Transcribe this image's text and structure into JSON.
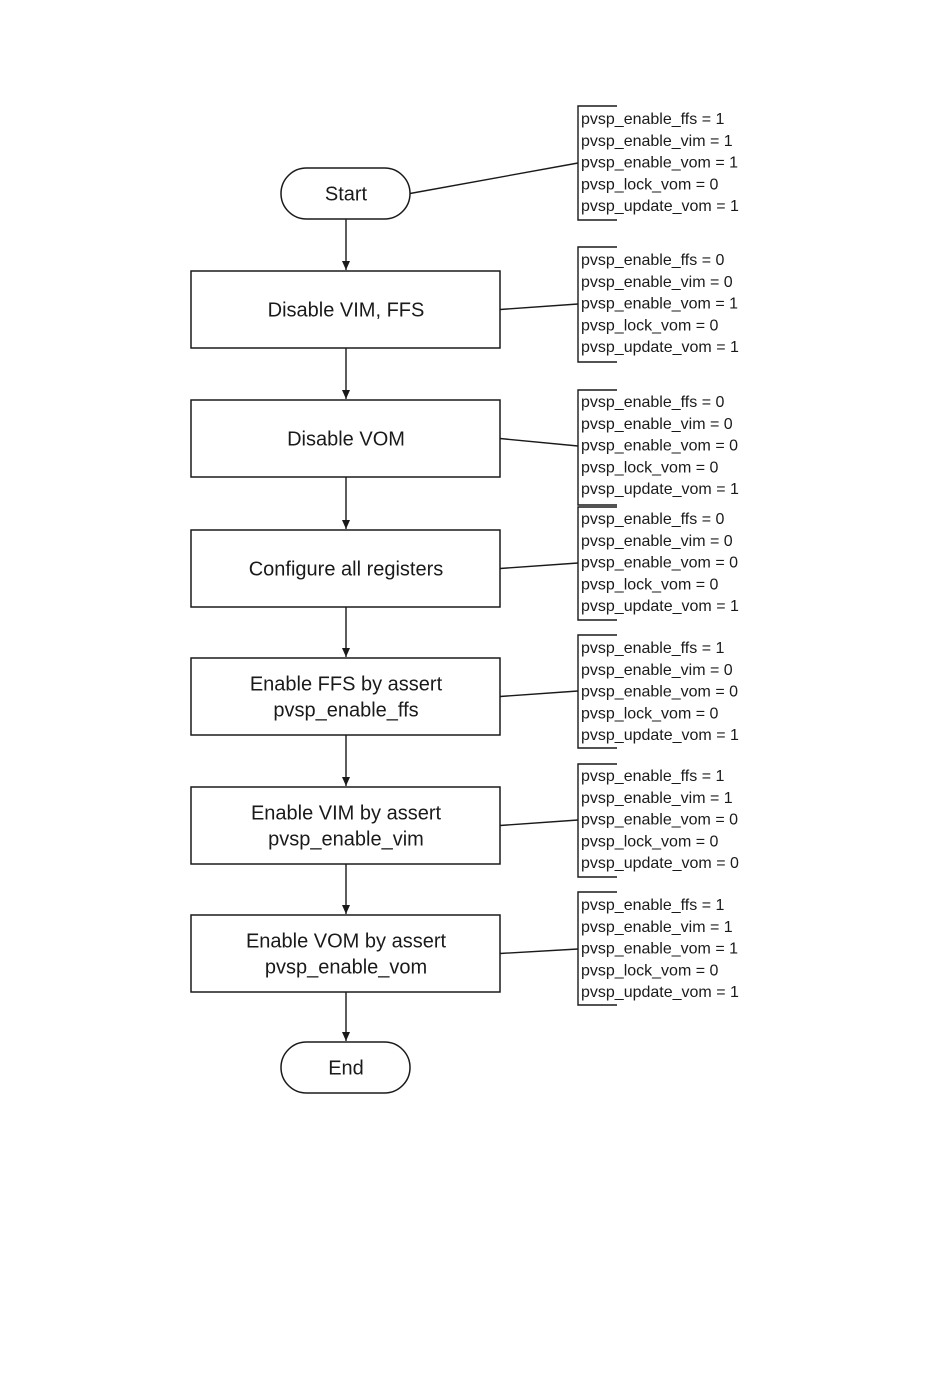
{
  "flow": {
    "nodes": [
      {
        "id": "start",
        "shape": "terminal",
        "lines": [
          "Start"
        ]
      },
      {
        "id": "disable-vim-ffs",
        "shape": "process",
        "lines": [
          "Disable VIM, FFS"
        ]
      },
      {
        "id": "disable-vom",
        "shape": "process",
        "lines": [
          "Disable VOM"
        ]
      },
      {
        "id": "configure-registers",
        "shape": "process",
        "lines": [
          "Configure all registers"
        ]
      },
      {
        "id": "enable-ffs",
        "shape": "process",
        "lines": [
          "Enable FFS by assert",
          "pvsp_enable_ffs"
        ]
      },
      {
        "id": "enable-vim",
        "shape": "process",
        "lines": [
          "Enable VIM by assert",
          "pvsp_enable_vim"
        ]
      },
      {
        "id": "enable-vom",
        "shape": "process",
        "lines": [
          "Enable VOM by assert",
          "pvsp_enable_vom"
        ]
      },
      {
        "id": "end",
        "shape": "terminal",
        "lines": [
          "End"
        ]
      }
    ],
    "notes": [
      [
        "pvsp_enable_ffs = 1",
        "pvsp_enable_vim = 1",
        "pvsp_enable_vom = 1",
        "pvsp_lock_vom = 0",
        "pvsp_update_vom = 1"
      ],
      [
        "pvsp_enable_ffs = 0",
        "pvsp_enable_vim = 0",
        "pvsp_enable_vom = 1",
        "pvsp_lock_vom = 0",
        "pvsp_update_vom = 1"
      ],
      [
        "pvsp_enable_ffs = 0",
        "pvsp_enable_vim = 0",
        "pvsp_enable_vom = 0",
        "pvsp_lock_vom = 0",
        "pvsp_update_vom = 1"
      ],
      [
        "pvsp_enable_ffs = 0",
        "pvsp_enable_vim = 0",
        "pvsp_enable_vom = 0",
        "pvsp_lock_vom = 0",
        "pvsp_update_vom = 1"
      ],
      [
        "pvsp_enable_ffs = 1",
        "pvsp_enable_vim = 0",
        "pvsp_enable_vom = 0",
        "pvsp_lock_vom = 0",
        "pvsp_update_vom = 1"
      ],
      [
        "pvsp_enable_ffs = 1",
        "pvsp_enable_vim = 1",
        "pvsp_enable_vom = 0",
        "pvsp_lock_vom = 0",
        "pvsp_update_vom = 0"
      ],
      [
        "pvsp_enable_ffs = 1",
        "pvsp_enable_vim = 1",
        "pvsp_enable_vom = 1",
        "pvsp_lock_vom = 0",
        "pvsp_update_vom = 1"
      ]
    ]
  }
}
